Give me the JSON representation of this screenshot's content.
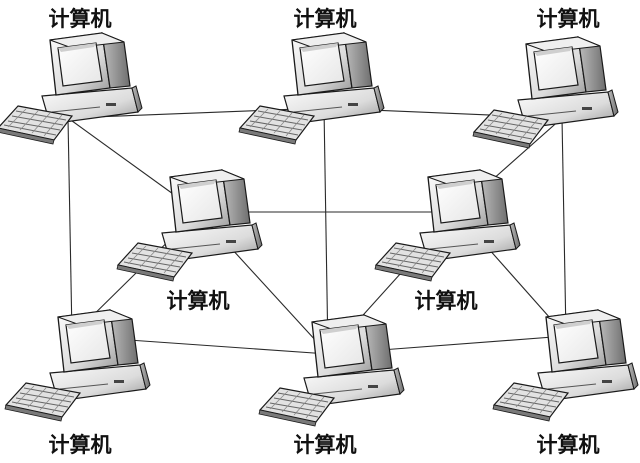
{
  "nodes": [
    {
      "id": "n1",
      "label": "计算机"
    },
    {
      "id": "n2",
      "label": "计算机"
    },
    {
      "id": "n3",
      "label": "计算机"
    },
    {
      "id": "n4",
      "label": "计算机"
    },
    {
      "id": "n5",
      "label": "计算机"
    },
    {
      "id": "n6",
      "label": "计算机"
    },
    {
      "id": "n7",
      "label": "计算机"
    },
    {
      "id": "n8",
      "label": "计算机"
    }
  ],
  "links": [
    [
      "n1",
      "n2"
    ],
    [
      "n2",
      "n3"
    ],
    [
      "n1",
      "n6"
    ],
    [
      "n3",
      "n8"
    ],
    [
      "n6",
      "n7"
    ],
    [
      "n7",
      "n8"
    ],
    [
      "n2",
      "n7"
    ],
    [
      "n1",
      "n4"
    ],
    [
      "n4",
      "n5"
    ],
    [
      "n4",
      "n7"
    ],
    [
      "n4",
      "n6"
    ],
    [
      "n5",
      "n3"
    ],
    [
      "n5",
      "n7"
    ],
    [
      "n5",
      "n8"
    ]
  ],
  "colors": {
    "line": "#2a2a2a",
    "case_light": "#f4f4f4",
    "case_mid": "#d6d6d6",
    "case_dark": "#8a8a8a",
    "screen": "#ffffff",
    "outline": "#1a1a1a"
  }
}
